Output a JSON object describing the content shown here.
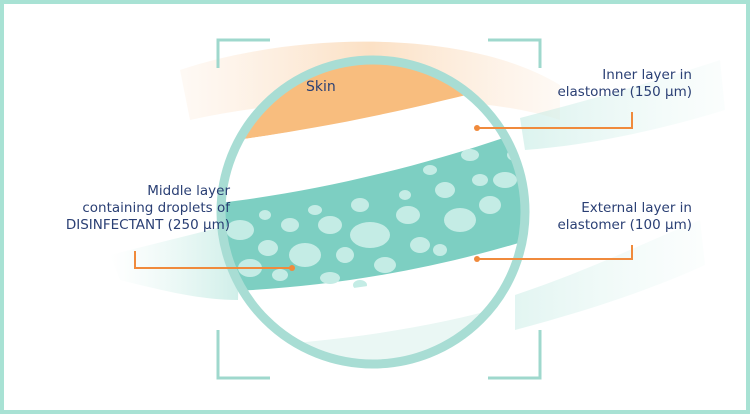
{
  "labels": {
    "skin": "Skin",
    "inner_layer": [
      "Inner layer in",
      "elastomer (150 µm)"
    ],
    "external_layer": [
      "External layer in",
      "elastomer (100 µm)"
    ],
    "middle_layer": [
      "Middle layer",
      "containing droplets of",
      "DISINFECTANT (250 µm)"
    ]
  },
  "colors": {
    "frame_border": "#a8e2d4",
    "lens_ring": "#a8ddd4",
    "skin": "#f8bd7e",
    "droplet_layer": "#7dcfc2",
    "droplets": "#c4ece5",
    "leader_lines": "#f08a3c",
    "text": "#2a3f74",
    "brackets": "#9fd8cd"
  }
}
